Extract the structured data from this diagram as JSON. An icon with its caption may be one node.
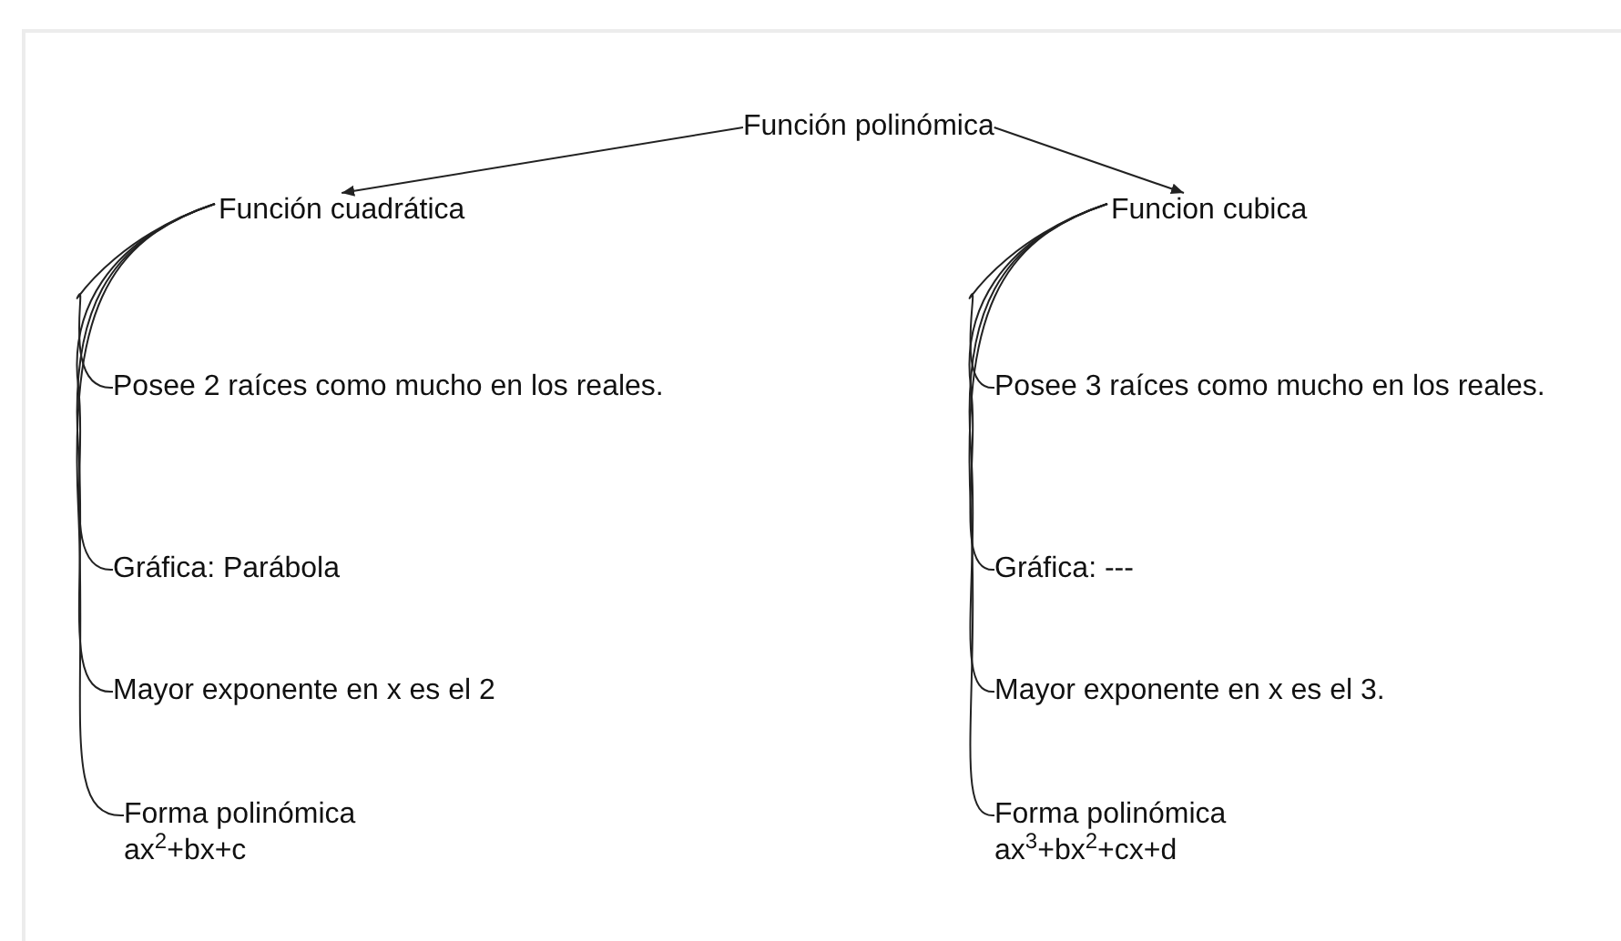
{
  "diagram": {
    "nodes": [
      {
        "text": [
          "Función polinómica"
        ]
      },
      {
        "text": [
          "Función cuadrática"
        ]
      },
      {
        "text": [
          "Funcion cubica"
        ]
      },
      {
        "text": [
          "Posee 2 raíces como mucho en los reales."
        ]
      },
      {
        "text": [
          "Gráfica: Parábola"
        ]
      },
      {
        "text": [
          "Mayor exponente en x es el 2"
        ]
      },
      {
        "text": [
          "Forma polinómica",
          "ax$^{2}$+bx+c"
        ]
      },
      {
        "text": [
          "Posee 3 raíces como mucho en los reales."
        ]
      },
      {
        "text": [
          "Gráfica: ---"
        ]
      },
      {
        "text": [
          "Mayor exponente en x es el 3."
        ]
      },
      {
        "text": [
          "Forma polinómica",
          "ax$^{3}$+bx$^{2}$+cx+d"
        ]
      }
    ],
    "edges": [
      {
        "from": 0,
        "to": 1,
        "arrow": "to"
      },
      {
        "from": 0,
        "to": 2,
        "arrow": "to"
      },
      {
        "from": 1,
        "to": 3,
        "arrow": "none"
      },
      {
        "from": 1,
        "to": 4,
        "arrow": "none"
      },
      {
        "from": 1,
        "to": 5,
        "arrow": "none"
      },
      {
        "from": 1,
        "to": 6,
        "arrow": "none"
      },
      {
        "from": 2,
        "to": 7,
        "arrow": "none"
      },
      {
        "from": 2,
        "to": 8,
        "arrow": "none"
      },
      {
        "from": 2,
        "to": 9,
        "arrow": "none"
      },
      {
        "from": 2,
        "to": 10,
        "arrow": "none"
      }
    ]
  }
}
